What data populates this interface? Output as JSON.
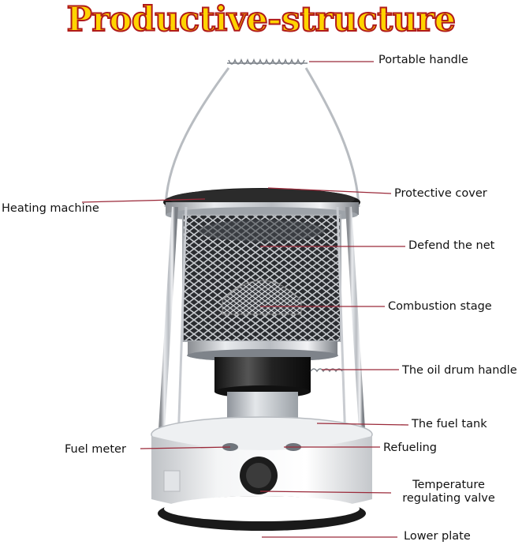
{
  "title": "Productive-structure",
  "colors": {
    "title_fill": "#ffd400",
    "title_stroke": "#b01a1a",
    "leader_line": "#9b2a3a",
    "label_text": "#111111"
  },
  "labels": {
    "portable_handle": "Portable handle",
    "protective_cover": "Protective cover",
    "heating_machine": "Heating machine",
    "defend_the_net": "Defend the net",
    "combustion_stage": "Combustion stage",
    "oil_drum_handle": "The oil drum handle",
    "fuel_tank": "The fuel tank",
    "fuel_meter": "Fuel meter",
    "refueling": "Refueling",
    "temperature_valve_line1": "Temperature",
    "temperature_valve_line2": "regulating valve",
    "lower_plate": "Lower plate"
  }
}
